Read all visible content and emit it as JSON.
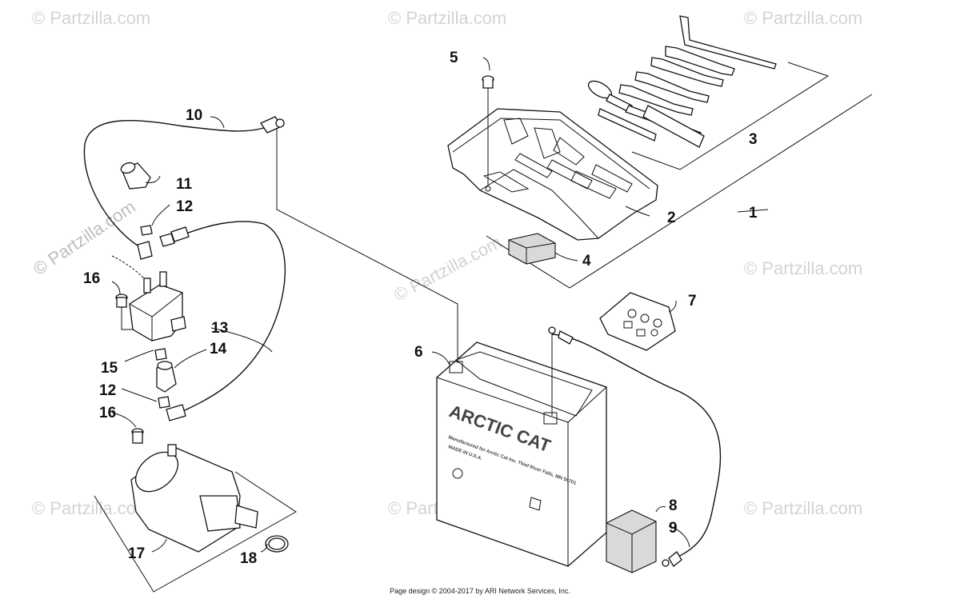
{
  "watermark": {
    "text": "© Partzilla.com"
  },
  "battery_label": {
    "brand": "ARCTIC CAT",
    "line1": "Manufactured for Arctic Cat Inc. Thief River Falls, MN 56701",
    "line2": "MADE IN U.S.A."
  },
  "callouts": {
    "c1": "1",
    "c2": "2",
    "c3": "3",
    "c4": "4",
    "c5": "5",
    "c6": "6",
    "c7": "7",
    "c8": "8",
    "c9": "9",
    "c10": "10",
    "c11": "11",
    "c12a": "12",
    "c12b": "12",
    "c13": "13",
    "c14": "14",
    "c15": "15",
    "c16a": "16",
    "c16b": "16",
    "c17": "17",
    "c18": "18"
  },
  "footer": {
    "text": "Page design © 2004-2017 by ARI Network Services, Inc."
  }
}
